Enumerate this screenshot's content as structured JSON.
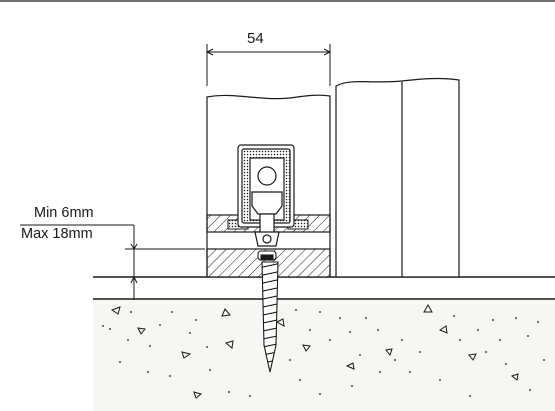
{
  "dimensions": {
    "width_label": "54",
    "gap_min": "Min 6mm",
    "gap_max": "Max 18mm"
  },
  "colors": {
    "line": "#1a1a1a",
    "ground_fill": "#f6f6f2",
    "background": "#ffffff"
  }
}
